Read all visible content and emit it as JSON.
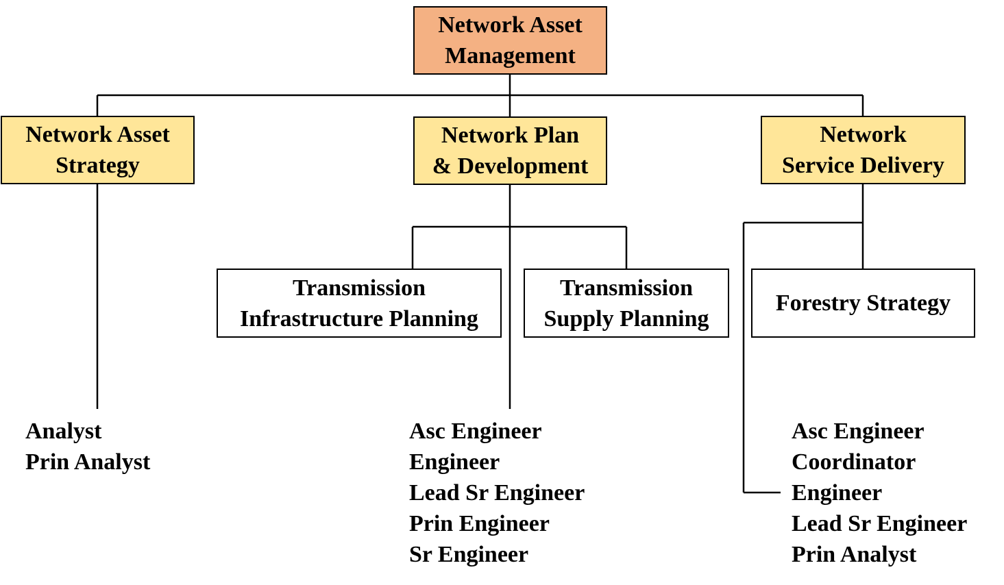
{
  "root": {
    "lines": [
      "Network Asset",
      "Management"
    ]
  },
  "departments": [
    {
      "id": "strategy",
      "lines": [
        "Network Asset",
        "Strategy"
      ]
    },
    {
      "id": "plan",
      "lines": [
        "Network Plan",
        "& Development"
      ]
    },
    {
      "id": "service",
      "lines": [
        "Network",
        "Service Delivery"
      ]
    }
  ],
  "units": [
    {
      "id": "tip",
      "lines": [
        "Transmission",
        "Infrastructure Planning"
      ]
    },
    {
      "id": "tsp",
      "lines": [
        "Transmission",
        "Supply Planning"
      ]
    },
    {
      "id": "forestry",
      "lines": [
        "Forestry Strategy"
      ]
    }
  ],
  "roles": {
    "strategy": [
      "Analyst",
      "Prin Analyst"
    ],
    "plan": [
      "Asc Engineer",
      "Engineer",
      "Lead Sr Engineer",
      "Prin Engineer",
      "Sr Engineer"
    ],
    "service": [
      "Asc Engineer",
      "Coordinator",
      "Engineer",
      "Lead Sr Engineer",
      "Prin Analyst"
    ]
  },
  "colors": {
    "root_fill": "#f4b183",
    "department_fill": "#ffe699",
    "unit_fill": "#ffffff",
    "line": "#000000"
  }
}
